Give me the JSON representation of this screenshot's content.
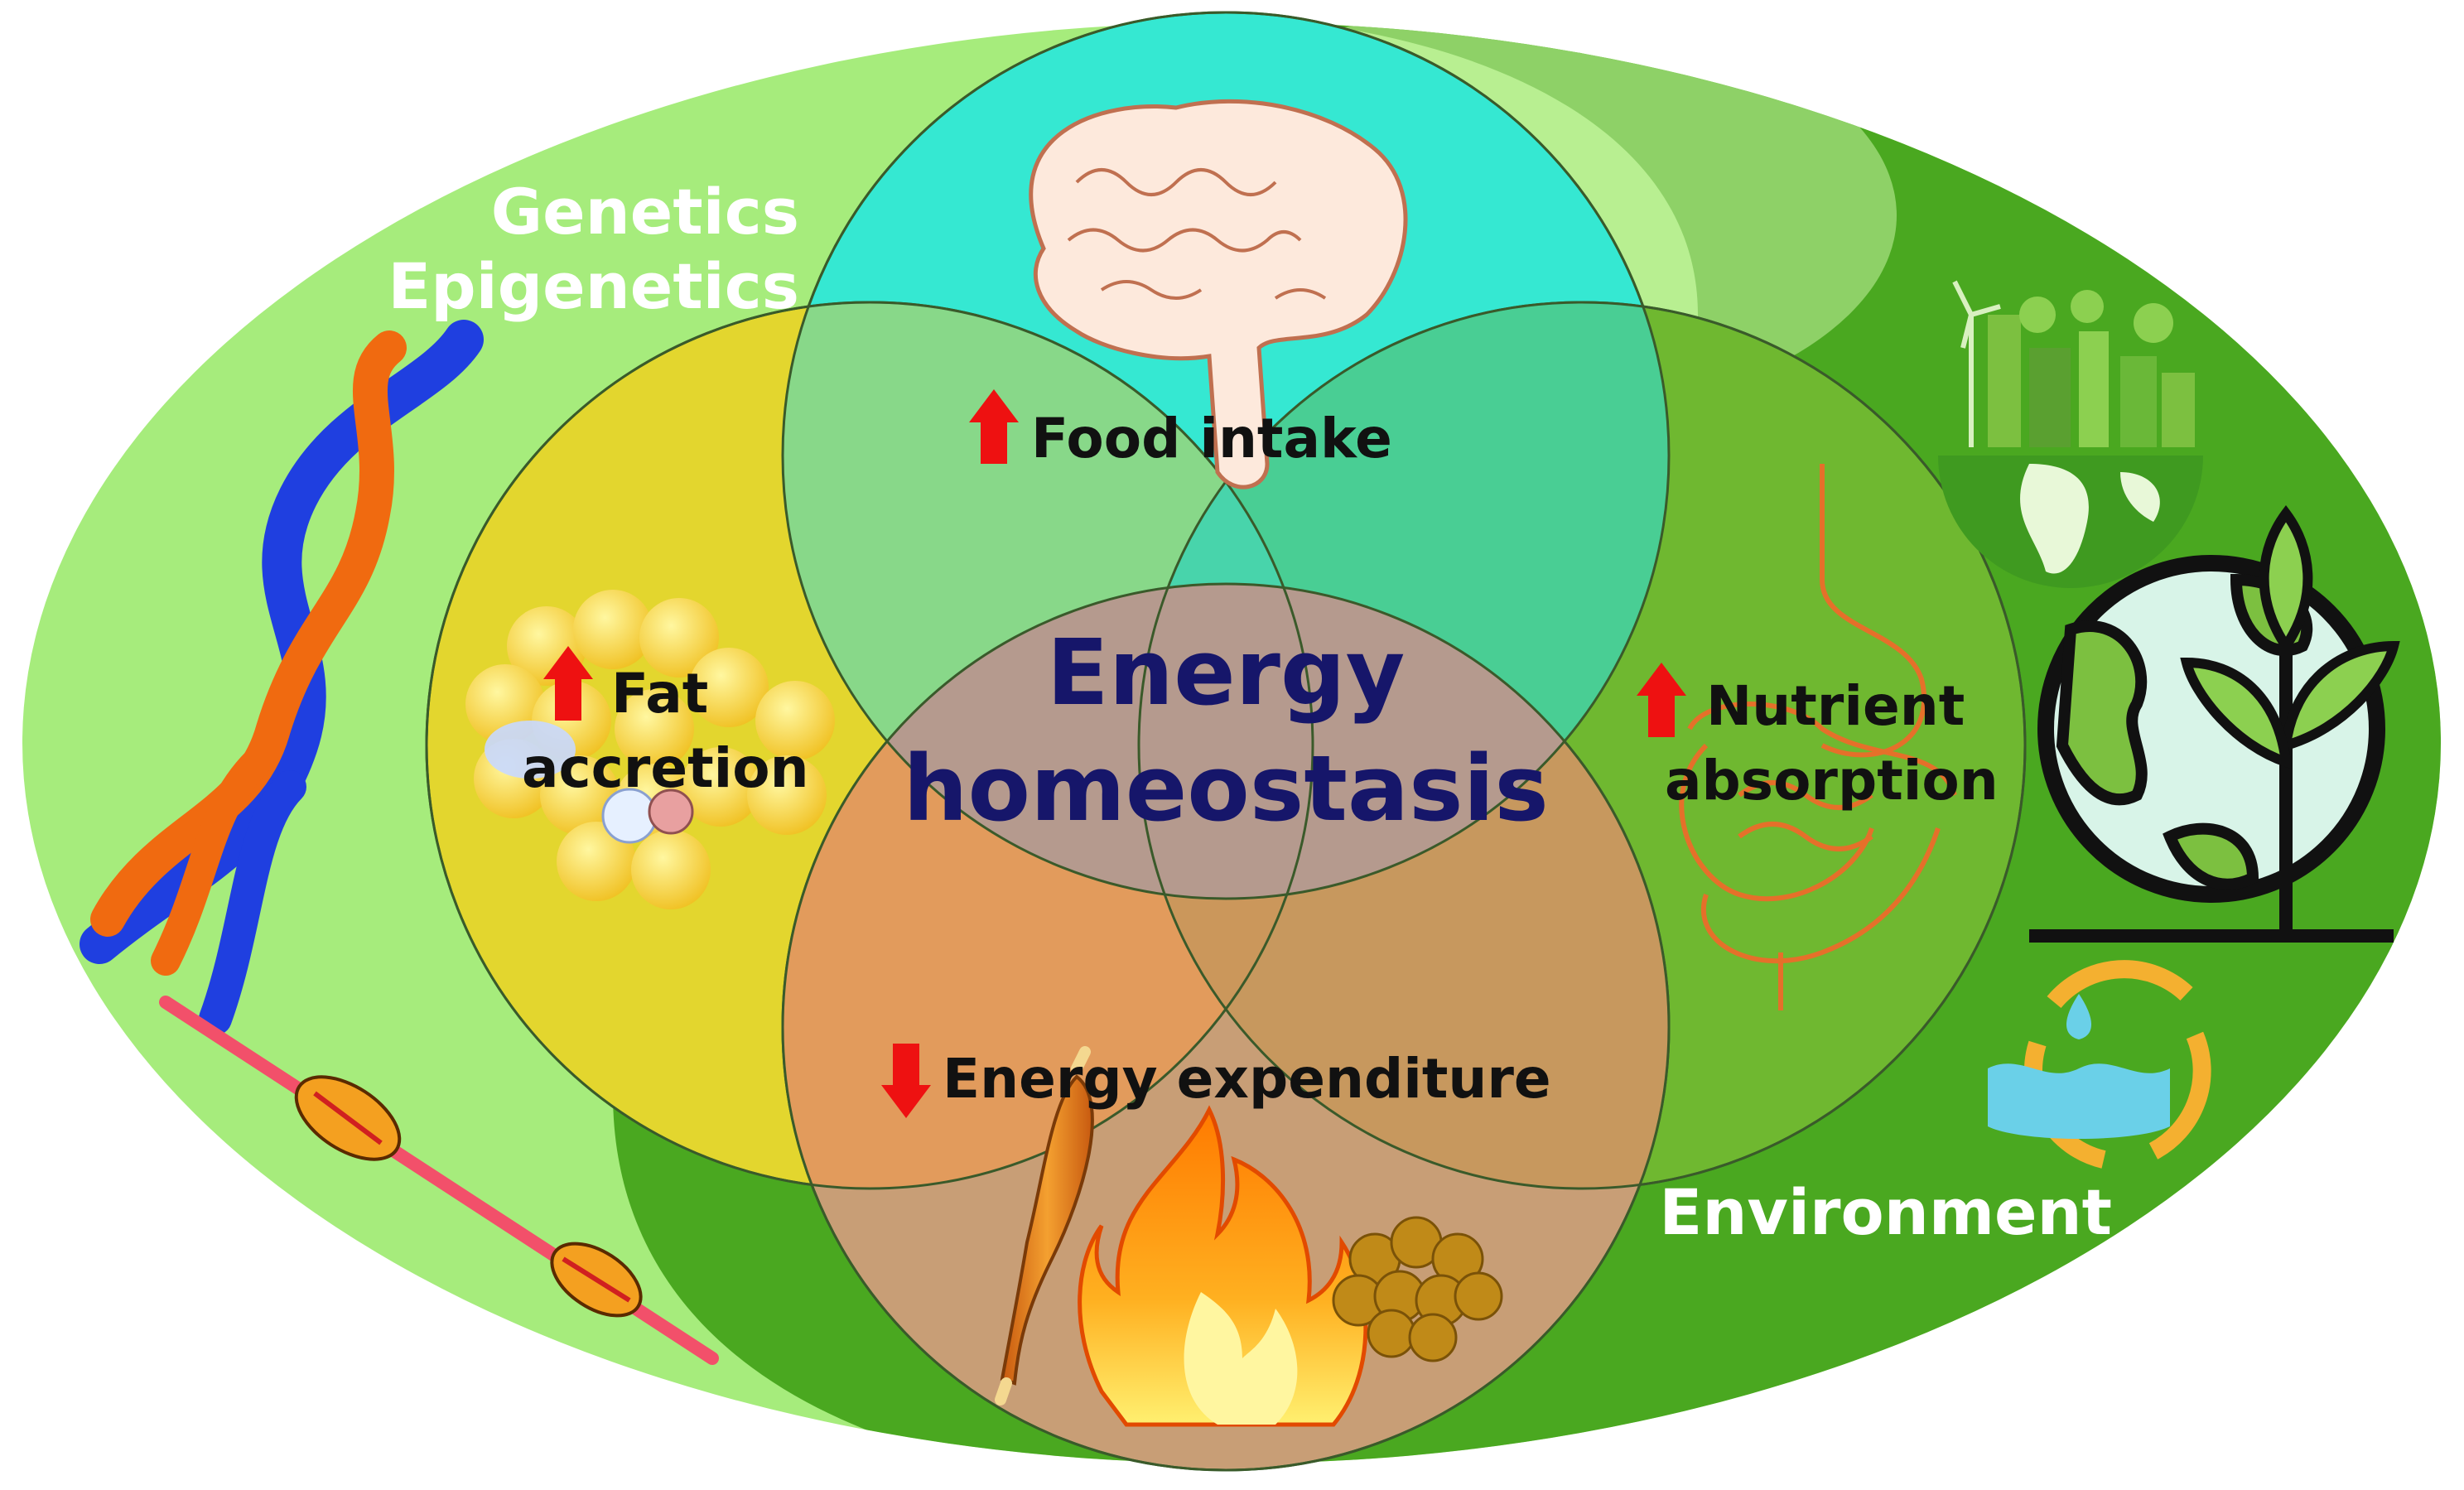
{
  "labels": {
    "genetics": "Genetics",
    "epigenetics": "Epigenetics",
    "environment": "Environment",
    "center_line1": "Energy",
    "center_line2": "homeostasis",
    "food_intake": "Food intake",
    "fat_line1": "Fat",
    "fat_line2": "accretion",
    "nutrient_line1": "Nutrient",
    "nutrient_line2": "absorption",
    "energy_expenditure": "Energy expenditure"
  },
  "arrows": {
    "food_intake": "up",
    "fat_accretion": "up",
    "nutrient_absorption": "up",
    "energy_expenditure": "down"
  },
  "colors": {
    "outer_light_green": "#a6ec7c",
    "outer_dark_green": "#4aa820",
    "circle_top": "#35e8d2",
    "circle_left": "#e3d62e",
    "circle_right": "#6fb830",
    "circle_bottom": "#c89e76",
    "center_overlap": "#b59a8e",
    "center_text": "#16166a",
    "arrow_red": "#ee1111",
    "label_dark": "#111111",
    "label_white": "#ffffff"
  },
  "icons": [
    "dna-helix-icon",
    "chromosome-icon",
    "brain-icon",
    "fat-cells-icon",
    "intestine-icon",
    "muscle-icon",
    "fire-icon",
    "brown-fat-icon",
    "city-globe-icon",
    "earth-plant-icon",
    "water-cycle-icon"
  ]
}
